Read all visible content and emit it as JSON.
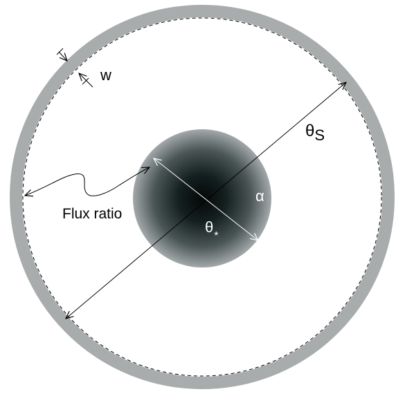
{
  "labels": {
    "width": "w",
    "flux_ratio": "Flux ratio",
    "theta_s": "θ",
    "theta_s_sub": "S",
    "theta_star": "θ",
    "theta_star_sub": "*",
    "alpha": "α"
  },
  "colors": {
    "ring": "#a9acad",
    "dashed_circle": "#000000",
    "star_center": "#050707",
    "star_edge": "#9ca2a3",
    "arrows": "#000000",
    "star_diameter_arrow": "#ffffff",
    "background": "#ffffff"
  }
}
